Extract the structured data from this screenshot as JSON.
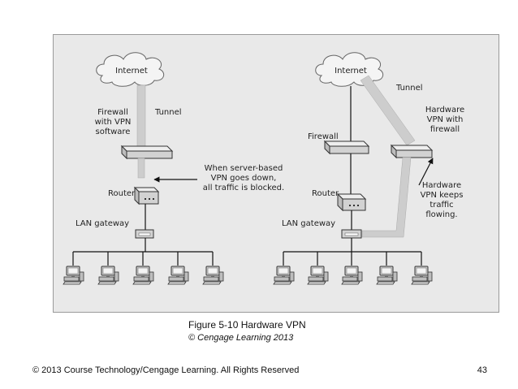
{
  "diagram": {
    "left": {
      "internet": "Internet",
      "tunnel": "Tunnel",
      "firewall_lines": [
        "Firewall",
        "with VPN",
        "software"
      ],
      "router": "Router",
      "lan_gateway": "LAN gateway",
      "note_lines": [
        "When server-based",
        "VPN goes down,",
        "all traffic is blocked."
      ]
    },
    "right": {
      "internet": "Internet",
      "tunnel": "Tunnel",
      "firewall": "Firewall",
      "hw_vpn_lines": [
        "Hardware",
        "VPN with",
        "firewall"
      ],
      "router": "Router",
      "lan_gateway": "LAN gateway",
      "note_lines": [
        "Hardware",
        "VPN keeps",
        "traffic",
        "flowing."
      ]
    }
  },
  "caption": {
    "title": "Figure 5-10 Hardware VPN",
    "credit": "© Cengage Learning 2013"
  },
  "footer": {
    "copyright": "© 2013 Course Technology/Cengage Learning. All Rights Reserved",
    "page_number": "43"
  }
}
